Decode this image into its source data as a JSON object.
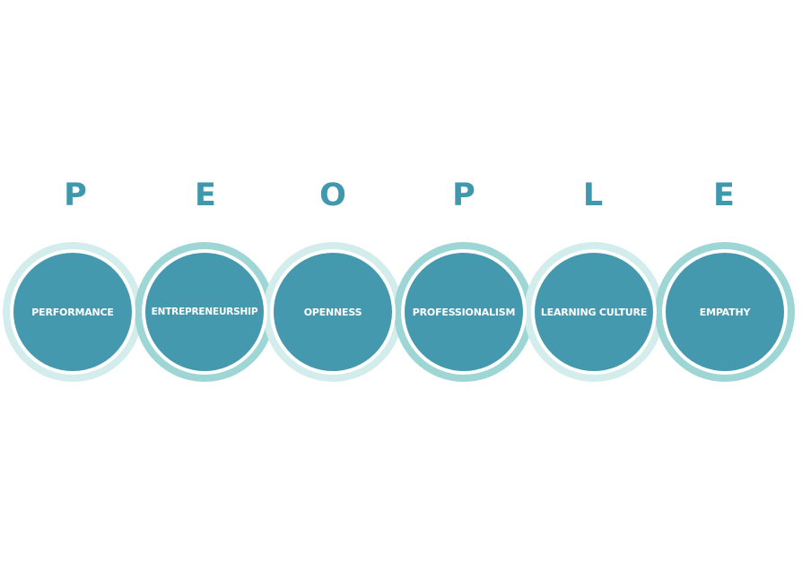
{
  "acronym_letters": [
    "P",
    "E",
    "O",
    "P",
    "L",
    "E"
  ],
  "values": [
    {
      "label": "PERFORMANCE"
    },
    {
      "label": "ENTREPRENEURSHIP"
    },
    {
      "label": "OPENNESS"
    },
    {
      "label": "PROFESSIONALISM"
    },
    {
      "label": "LEARNING CULTURE"
    },
    {
      "label": "EMPATHY"
    }
  ],
  "colors": {
    "letter": "#3f98ad",
    "disc_fill": "#4499ae",
    "ring_light": "#d3ecec",
    "ring_mid": "#9ed5d5",
    "label_text": "#ffffff"
  }
}
